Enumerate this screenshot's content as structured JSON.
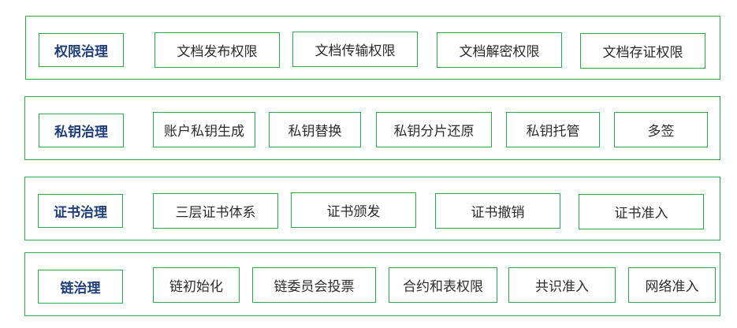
{
  "rows": [
    {
      "title": "权限治理",
      "items": [
        "文档发布权限",
        "文档传输权限",
        "文档解密权限",
        "文档存证权限"
      ]
    },
    {
      "title": "私钥治理",
      "items": [
        "账户私钥生成",
        "私钥替换",
        "私钥分片还原",
        "私钥托管",
        "多签"
      ]
    },
    {
      "title": "证书治理",
      "items": [
        "三层证书体系",
        "证书颁发",
        "证书撤销",
        "证书准入"
      ]
    },
    {
      "title": "链治理",
      "items": [
        "链初始化",
        "链委员会投票",
        "合约和表权限",
        "共识准入",
        "网络准入"
      ]
    }
  ],
  "colors": {
    "border": "#2aa84a",
    "title_text": "#1f3f7a",
    "item_text": "#2b2b2b"
  }
}
